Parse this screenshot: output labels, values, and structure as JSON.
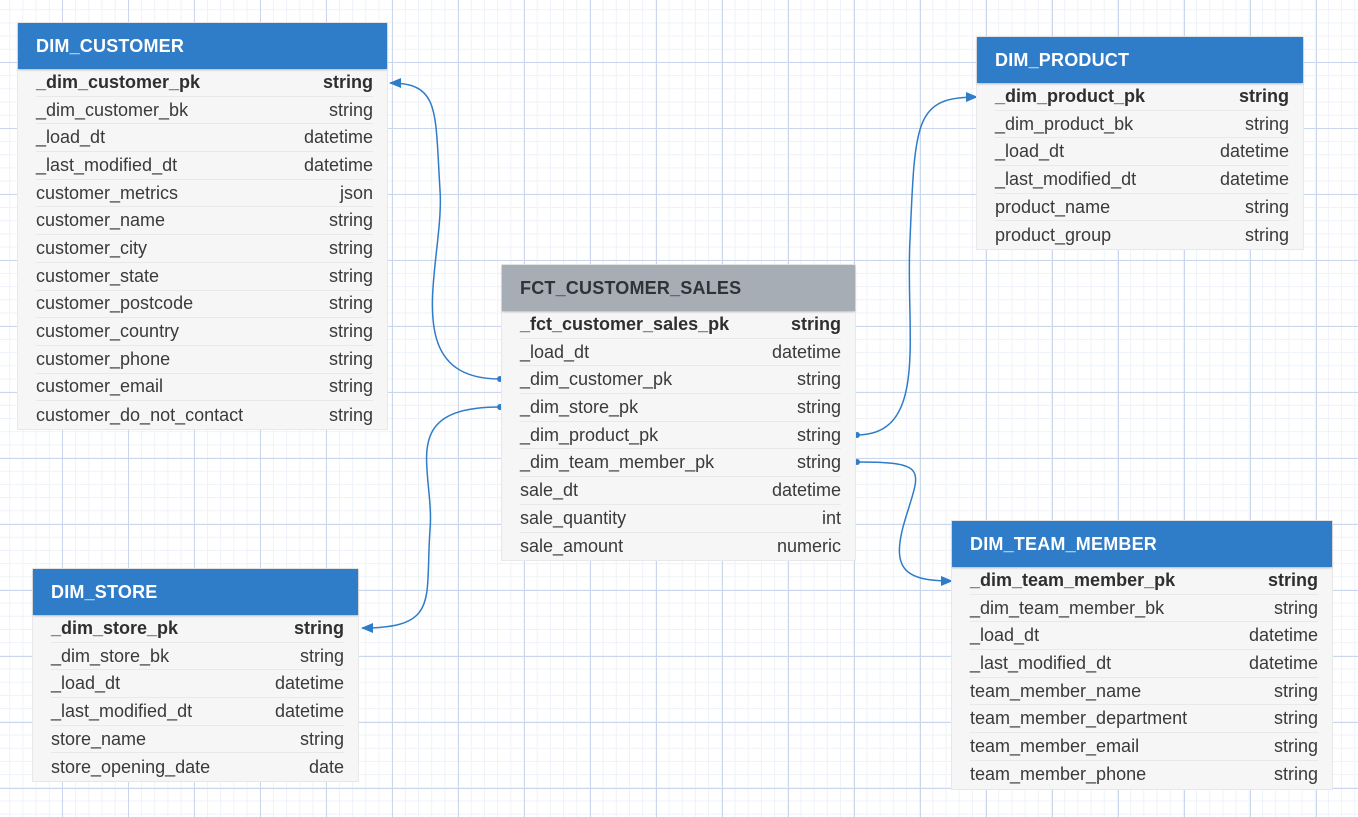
{
  "colors": {
    "dimension_header": "#2f7cc9",
    "fact_header": "#a7adb4",
    "relationship_line": "#2f7cc9"
  },
  "tables": {
    "dim_customer": {
      "title": "DIM_CUSTOMER",
      "columns": [
        {
          "name": "_dim_customer_pk",
          "type": "string",
          "pk": true
        },
        {
          "name": "_dim_customer_bk",
          "type": "string"
        },
        {
          "name": "_load_dt",
          "type": "datetime"
        },
        {
          "name": "_last_modified_dt",
          "type": "datetime"
        },
        {
          "name": "customer_metrics",
          "type": "json"
        },
        {
          "name": "customer_name",
          "type": "string"
        },
        {
          "name": "customer_city",
          "type": "string"
        },
        {
          "name": "customer_state",
          "type": "string"
        },
        {
          "name": "customer_postcode",
          "type": "string"
        },
        {
          "name": "customer_country",
          "type": "string"
        },
        {
          "name": "customer_phone",
          "type": "string"
        },
        {
          "name": "customer_email",
          "type": "string"
        },
        {
          "name": "customer_do_not_contact",
          "type": "string"
        }
      ]
    },
    "dim_product": {
      "title": "DIM_PRODUCT",
      "columns": [
        {
          "name": "_dim_product_pk",
          "type": "string",
          "pk": true
        },
        {
          "name": "_dim_product_bk",
          "type": "string"
        },
        {
          "name": "_load_dt",
          "type": "datetime"
        },
        {
          "name": "_last_modified_dt",
          "type": "datetime"
        },
        {
          "name": "product_name",
          "type": "string"
        },
        {
          "name": "product_group",
          "type": "string"
        }
      ]
    },
    "fct_customer_sales": {
      "title": "FCT_CUSTOMER_SALES",
      "columns": [
        {
          "name": "_fct_customer_sales_pk",
          "type": "string",
          "pk": true
        },
        {
          "name": "_load_dt",
          "type": "datetime"
        },
        {
          "name": "_dim_customer_pk",
          "type": "string"
        },
        {
          "name": "_dim_store_pk",
          "type": "string"
        },
        {
          "name": "_dim_product_pk",
          "type": "string"
        },
        {
          "name": "_dim_team_member_pk",
          "type": "string"
        },
        {
          "name": "sale_dt",
          "type": "datetime"
        },
        {
          "name": "sale_quantity",
          "type": "int"
        },
        {
          "name": "sale_amount",
          "type": "numeric"
        }
      ]
    },
    "dim_store": {
      "title": "DIM_STORE",
      "columns": [
        {
          "name": "_dim_store_pk",
          "type": "string",
          "pk": true
        },
        {
          "name": "_dim_store_bk",
          "type": "string"
        },
        {
          "name": "_load_dt",
          "type": "datetime"
        },
        {
          "name": "_last_modified_dt",
          "type": "datetime"
        },
        {
          "name": "store_name",
          "type": "string"
        },
        {
          "name": "store_opening_date",
          "type": "date"
        }
      ]
    },
    "dim_team_member": {
      "title": "DIM_TEAM_MEMBER",
      "columns": [
        {
          "name": "_dim_team_member_pk",
          "type": "string",
          "pk": true
        },
        {
          "name": "_dim_team_member_bk",
          "type": "string"
        },
        {
          "name": "_load_dt",
          "type": "datetime"
        },
        {
          "name": "_last_modified_dt",
          "type": "datetime"
        },
        {
          "name": "team_member_name",
          "type": "string"
        },
        {
          "name": "team_member_department",
          "type": "string"
        },
        {
          "name": "team_member_email",
          "type": "string"
        },
        {
          "name": "team_member_phone",
          "type": "string"
        }
      ]
    }
  },
  "relationships": [
    {
      "from": "fct_customer_sales._dim_customer_pk",
      "to": "dim_customer._dim_customer_pk"
    },
    {
      "from": "fct_customer_sales._dim_store_pk",
      "to": "dim_store._dim_store_pk"
    },
    {
      "from": "fct_customer_sales._dim_product_pk",
      "to": "dim_product._dim_product_pk"
    },
    {
      "from": "fct_customer_sales._dim_team_member_pk",
      "to": "dim_team_member._dim_team_member_pk"
    }
  ]
}
